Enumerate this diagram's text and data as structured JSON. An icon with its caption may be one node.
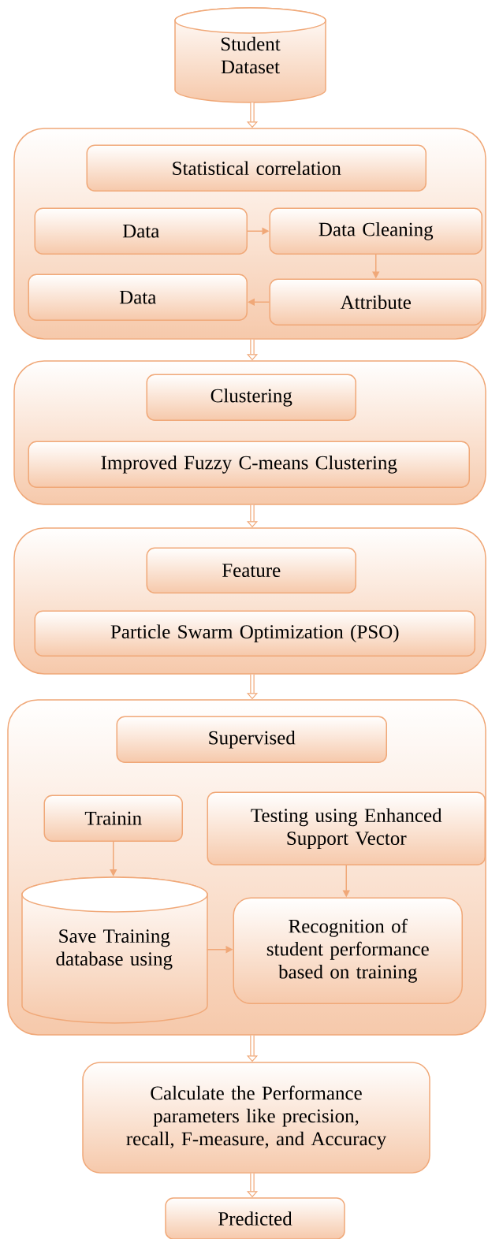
{
  "diagram": {
    "nodes": [
      {
        "text": [
          "Student Dataset"
        ]
      },
      {
        "text": [],
        "shape": "box"
      },
      {
        "text": [
          "Statistical correlation"
        ],
        "in": 1
      },
      {
        "text": [
          "Data"
        ],
        "in": 1
      },
      {
        "text": [
          "Data Cleaning"
        ],
        "in": 1
      },
      {
        "text": [
          "Data"
        ],
        "in": 1
      },
      {
        "text": [
          "Attribute"
        ],
        "in": 1
      },
      {
        "text": [],
        "shape": "box"
      },
      {
        "text": [
          "Clustering"
        ],
        "in": 7
      },
      {
        "text": [
          "Improved Fuzzy C-means Clustering"
        ],
        "in": 7
      },
      {
        "text": [],
        "shape": "box"
      },
      {
        "text": [
          "Feature"
        ],
        "in": 10
      },
      {
        "text": [
          "Particle Swarm Optimization (PSO)"
        ],
        "in": 10
      },
      {
        "text": [],
        "shape": "box"
      },
      {
        "text": [
          "Supervised"
        ],
        "in": 13
      },
      {
        "text": [
          "Trainin"
        ],
        "in": 13
      },
      {
        "text": [
          "Testing using Enhanced Support Vector"
        ],
        "in": 13
      },
      {
        "text": [
          "Save Training database using"
        ],
        "in": 13
      },
      {
        "text": [
          "Recognition of student performance based on training"
        ],
        "in": 13
      },
      {
        "text": [
          "Calculate the Performance parameters like precision, recall, F-measure, and Accuracy"
        ]
      },
      {
        "text": [
          "Predicted"
        ]
      }
    ],
    "edges": [
      {
        "from": 0,
        "to": 1,
        "arrow": "to",
        "style": "thick"
      },
      {
        "from": 3,
        "to": 4,
        "arrow": "to"
      },
      {
        "from": 4,
        "to": 6,
        "arrow": "to"
      },
      {
        "from": 6,
        "to": 5,
        "arrow": "to"
      },
      {
        "from": 1,
        "to": 7,
        "arrow": "to",
        "style": "thick"
      },
      {
        "from": 7,
        "to": 10,
        "arrow": "to",
        "style": "thick"
      },
      {
        "from": 10,
        "to": 13,
        "arrow": "to",
        "style": "thick"
      },
      {
        "from": 15,
        "to": 17,
        "arrow": "to"
      },
      {
        "from": 16,
        "to": 18,
        "arrow": "to"
      },
      {
        "from": 17,
        "to": 18,
        "arrow": "to"
      },
      {
        "from": 13,
        "to": 19,
        "arrow": "to",
        "style": "thick"
      },
      {
        "from": 19,
        "to": 20,
        "arrow": "to",
        "style": "thick"
      }
    ]
  }
}
